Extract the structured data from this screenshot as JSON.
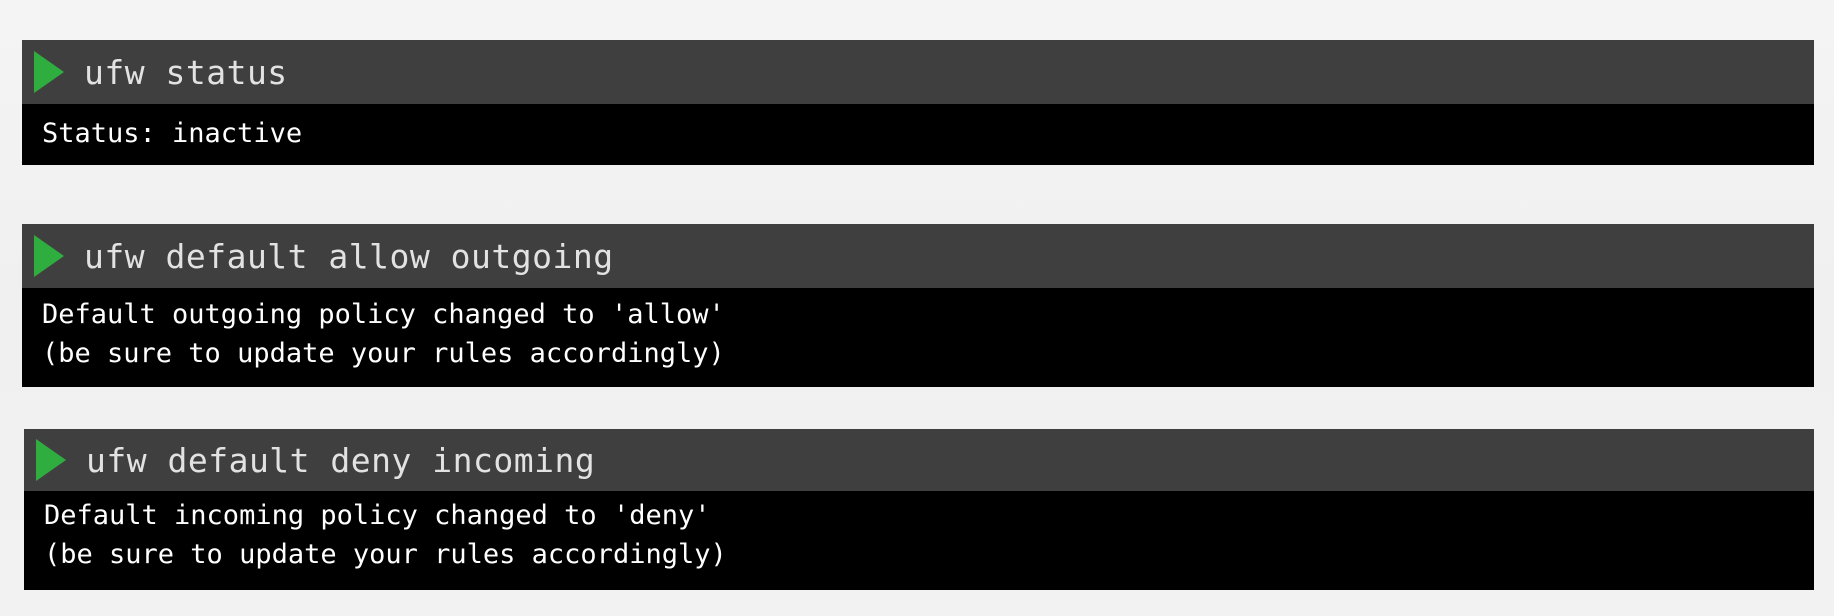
{
  "blocks": [
    {
      "command": "ufw status",
      "output": [
        "Status: inactive"
      ]
    },
    {
      "command": "ufw default allow outgoing",
      "output": [
        "Default outgoing policy changed to 'allow'",
        "(be sure to update your rules accordingly)"
      ]
    },
    {
      "command": "ufw default deny incoming",
      "output": [
        "Default incoming policy changed to 'deny'",
        "(be sure to update your rules accordingly)"
      ]
    }
  ],
  "colors": {
    "command_bar": "#3f3f3f",
    "play_icon": "#2fae3f",
    "output_bg": "#000000",
    "output_text": "#ffffff",
    "command_text": "#e2e2e2"
  },
  "icons": {
    "run": "play-icon"
  }
}
